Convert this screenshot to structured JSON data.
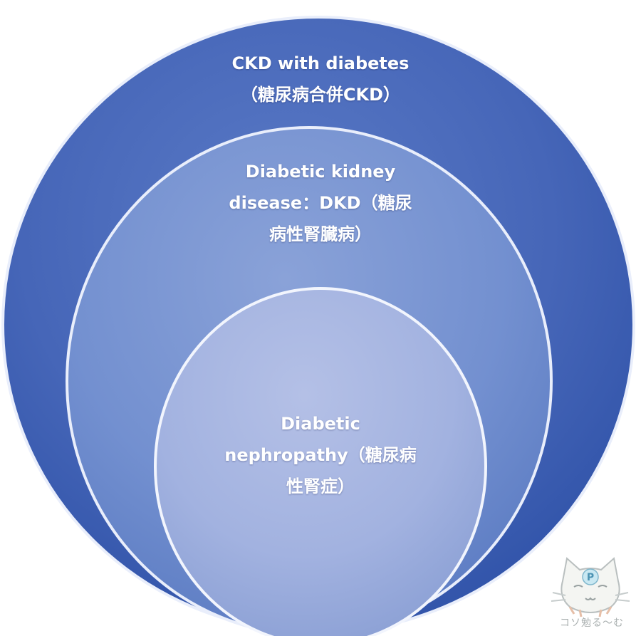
{
  "diagram": {
    "type": "nested-circles",
    "colors": {
      "outer_circle": "#3f61b4",
      "middle_circle": "#6f8fce",
      "inner_circle": "#9fb0df",
      "text": "#ffffff"
    },
    "outer": {
      "lines": [
        "CKD with  diabetes",
        "（糖尿病合併CKD）"
      ]
    },
    "middle": {
      "lines": [
        "Diabetic kidney",
        "disease：DKD（糖尿",
        "病性腎臓病）"
      ]
    },
    "inner": {
      "lines": [
        "Diabetic",
        "nephropathy（糖尿病",
        "性腎症）"
      ]
    }
  },
  "watermark": {
    "icon": "cat-mascot-icon",
    "badge_letter": "P",
    "caption": "コソ勉る～む"
  }
}
